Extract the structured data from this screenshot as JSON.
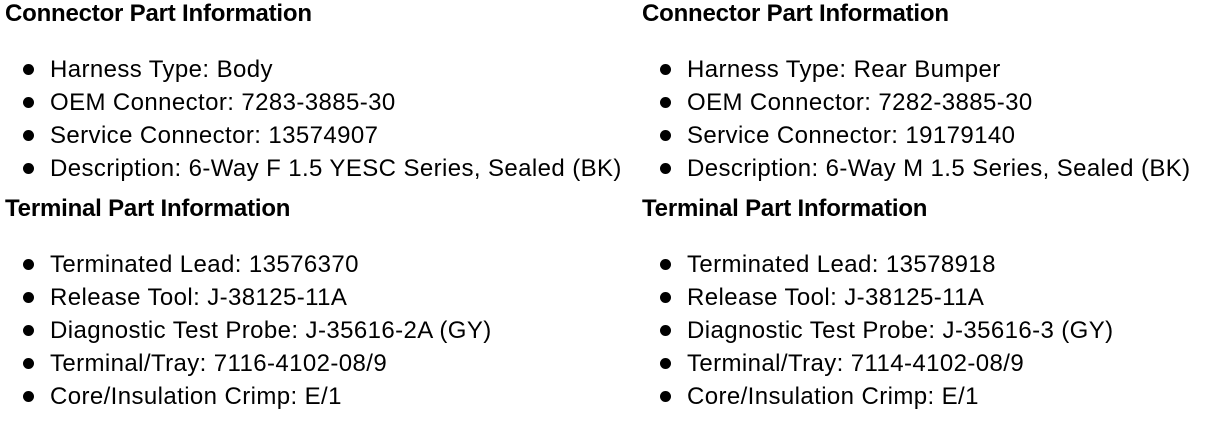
{
  "colors": {
    "background": "#ffffff",
    "text": "#000000",
    "bullet": "#000000"
  },
  "columns": [
    {
      "connector": {
        "heading": "Connector Part Information",
        "items": [
          "Harness Type: Body",
          "OEM Connector: 7283-3885-30",
          "Service Connector: 13574907",
          "Description: 6-Way F 1.5 YESC Series, Sealed (BK)"
        ]
      },
      "terminal": {
        "heading": "Terminal Part Information",
        "items": [
          "Terminated Lead: 13576370",
          "Release Tool: J-38125-11A",
          "Diagnostic Test Probe: J-35616-2A (GY)",
          "Terminal/Tray: 7116-4102-08/9",
          "Core/Insulation Crimp: E/1"
        ]
      }
    },
    {
      "connector": {
        "heading": "Connector Part Information",
        "items": [
          "Harness Type: Rear Bumper",
          "OEM Connector: 7282-3885-30",
          "Service Connector: 19179140",
          "Description: 6-Way M 1.5 Series, Sealed (BK)"
        ]
      },
      "terminal": {
        "heading": "Terminal Part Information",
        "items": [
          "Terminated Lead: 13578918",
          "Release Tool: J-38125-11A",
          "Diagnostic Test Probe: J-35616-3 (GY)",
          "Terminal/Tray: 7114-4102-08/9",
          "Core/Insulation Crimp: E/1"
        ]
      }
    }
  ]
}
